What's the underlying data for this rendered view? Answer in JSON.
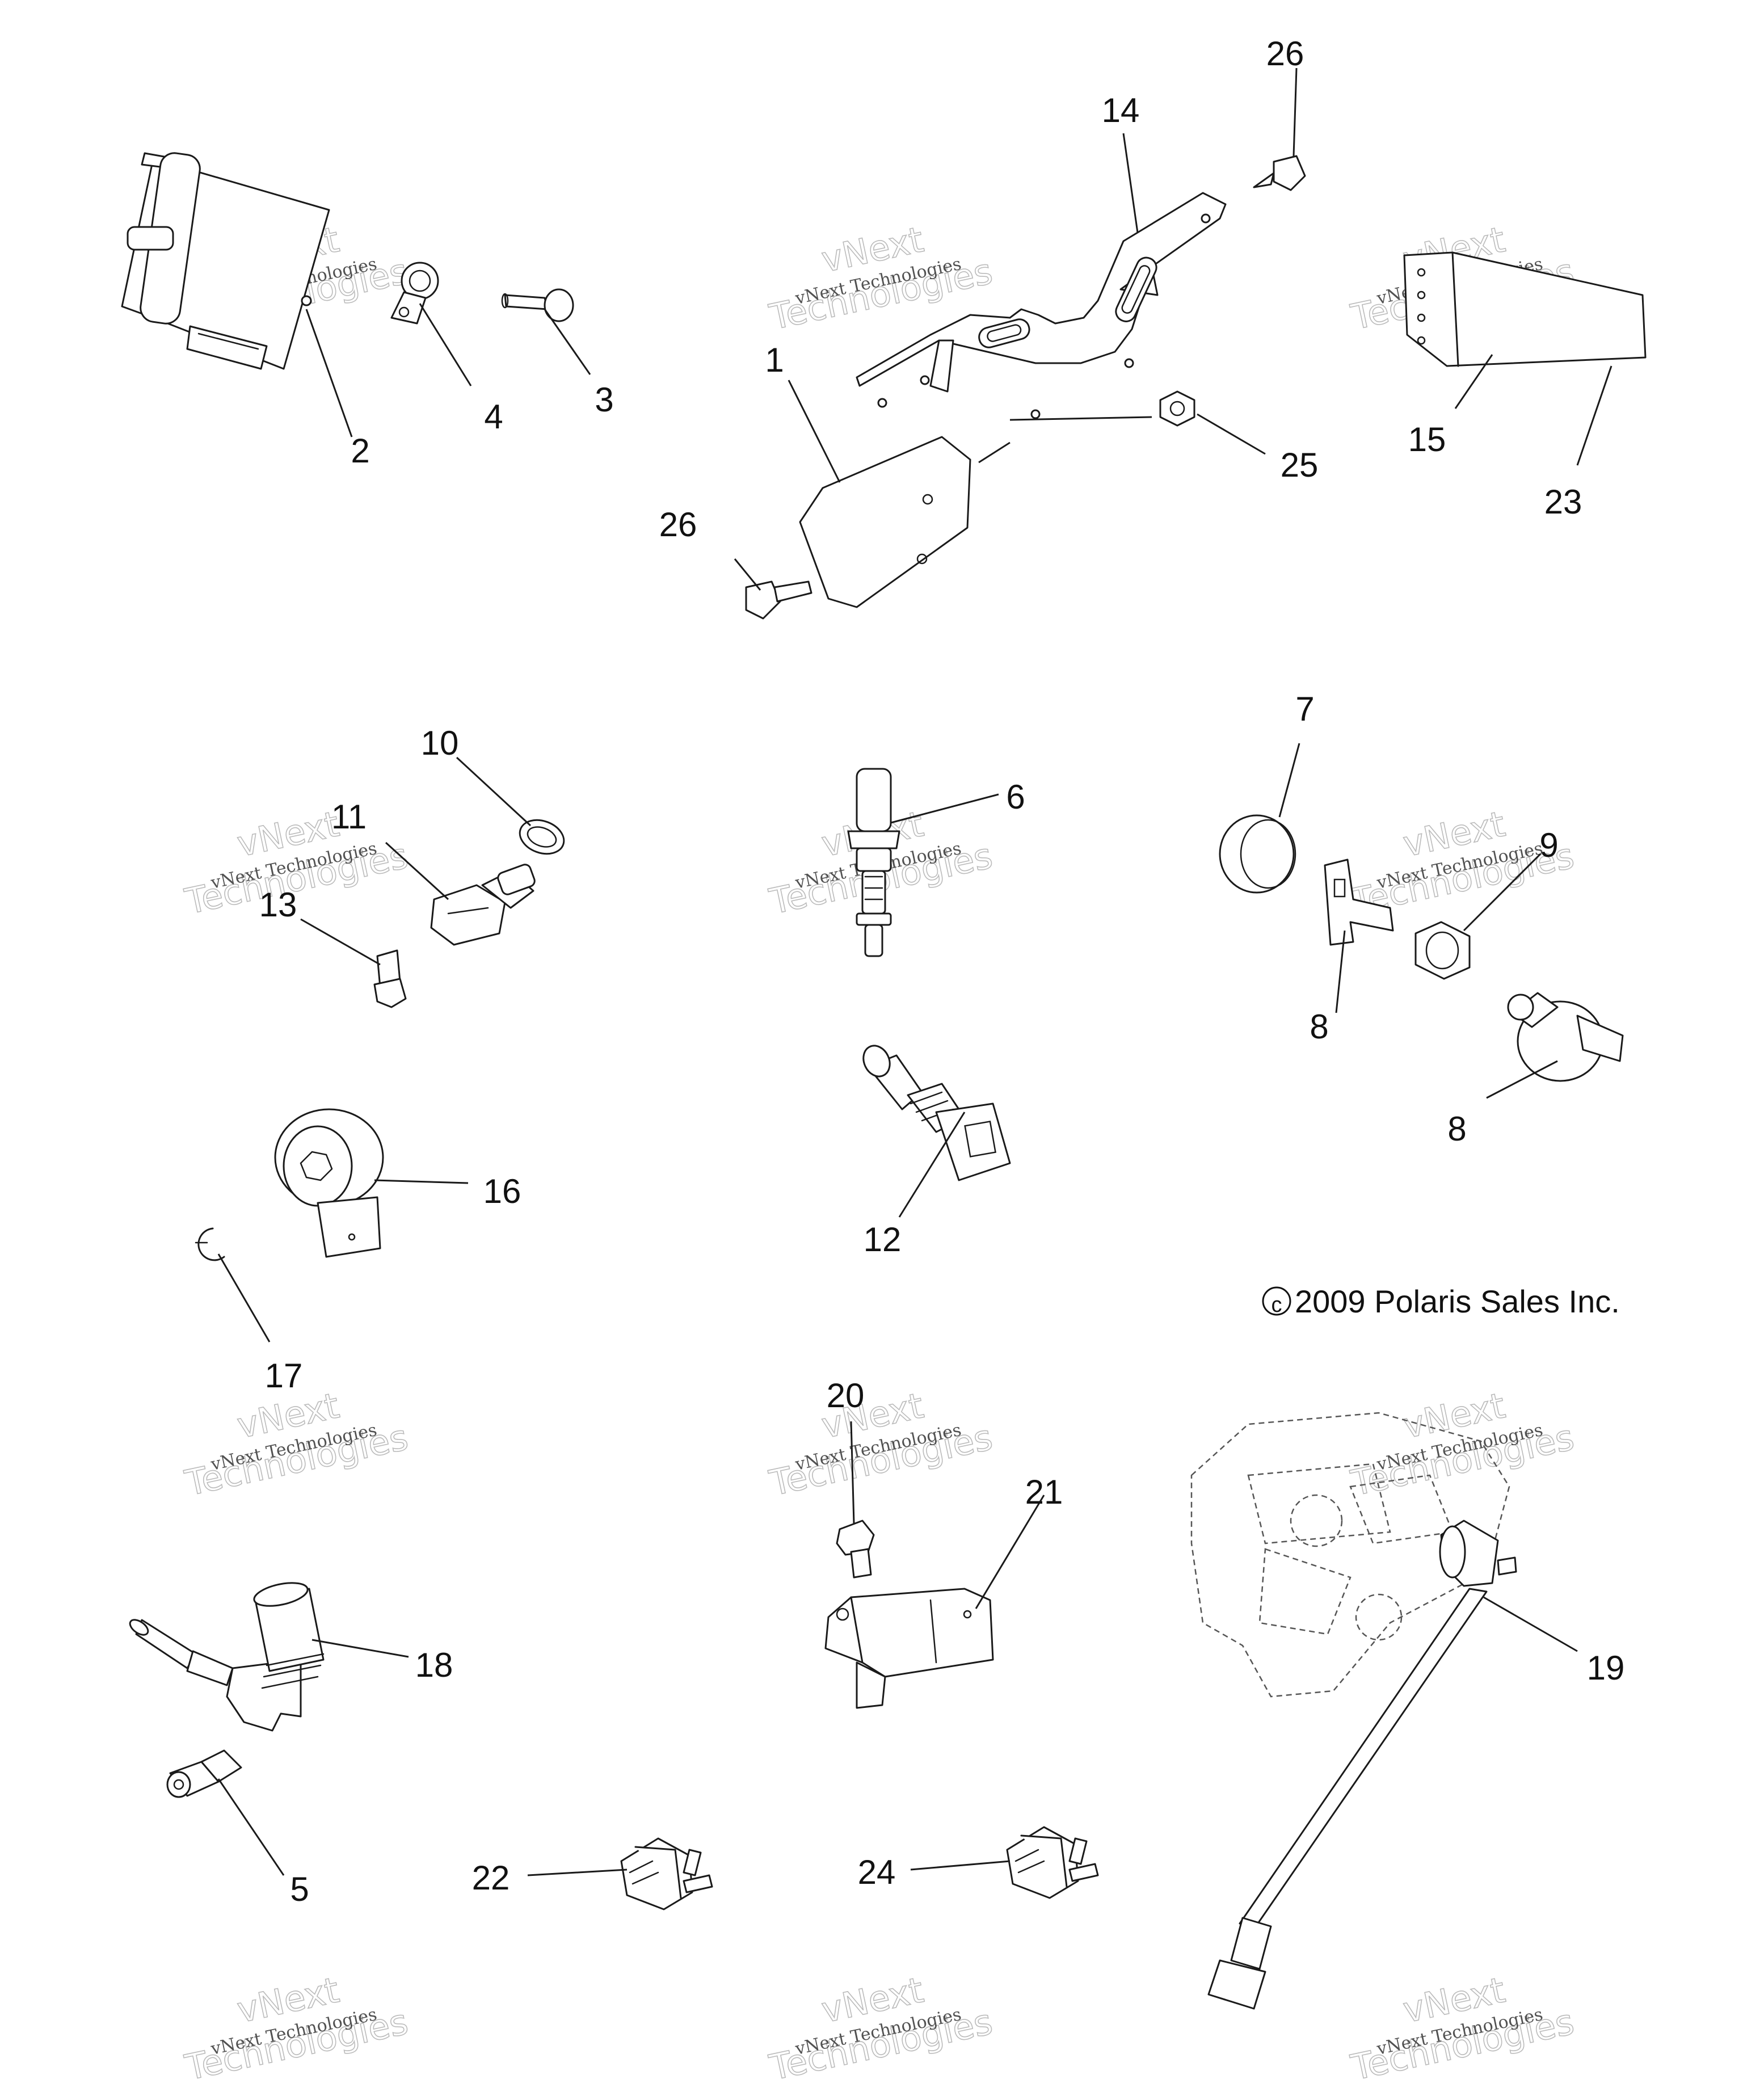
{
  "copyright": "2009 Polaris Sales Inc.",
  "copyright_symbol": "c",
  "watermark": {
    "brand": "vNext",
    "line1": "vNext Technologies",
    "line2": "Technologies"
  },
  "callouts": {
    "c1": "1",
    "c2": "2",
    "c3": "3",
    "c4": "4",
    "c5": "5",
    "c6": "6",
    "c7": "7",
    "c8a": "8",
    "c8b": "8",
    "c9": "9",
    "c10": "10",
    "c11": "11",
    "c12": "12",
    "c13": "13",
    "c14": "14",
    "c15": "15",
    "c16": "16",
    "c17": "17",
    "c18": "18",
    "c19": "19",
    "c20": "20",
    "c21": "21",
    "c22": "22",
    "c23": "23",
    "c24": "24",
    "c25": "25",
    "c26a": "26",
    "c26b": "26"
  }
}
